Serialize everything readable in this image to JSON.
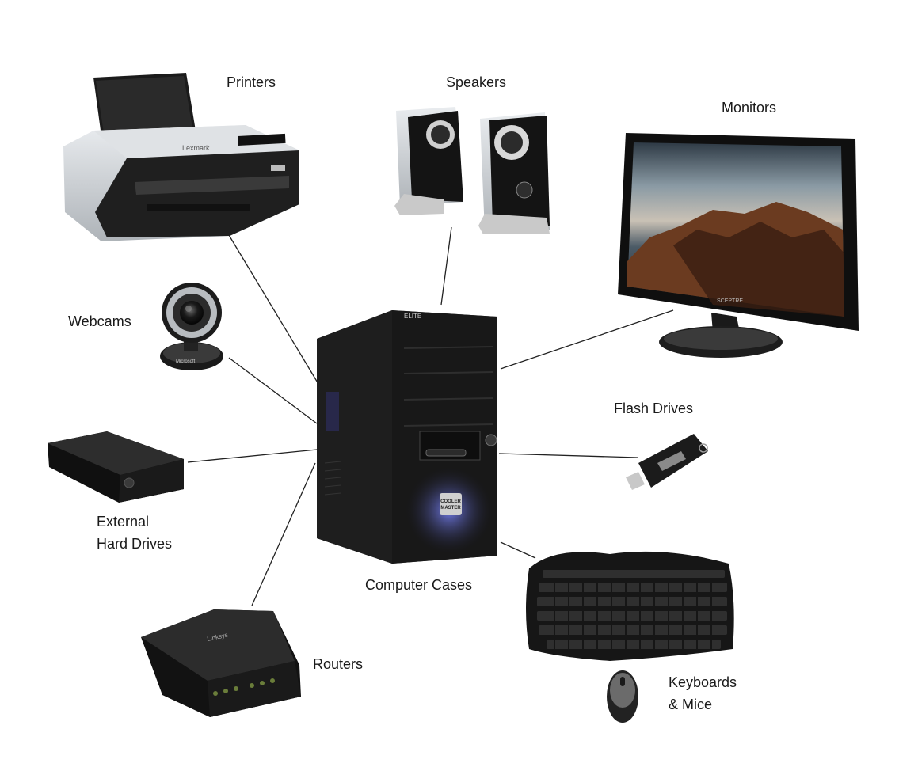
{
  "labels": {
    "printers": "Printers",
    "speakers": "Speakers",
    "monitors": "Monitors",
    "webcams": "Webcams",
    "flash_drives": "Flash Drives",
    "external_line1": "External",
    "external_line2": "Hard Drives",
    "computer_cases": "Computer Cases",
    "routers": "Routers",
    "keyboards_line1": "Keyboards",
    "keyboards_line2": "& Mice"
  },
  "devices": {
    "printer_brand": "Lexmark",
    "monitor_brand": "SCEPTRE",
    "case_brand": "ELITE",
    "case_badge_line1": "COOLER",
    "case_badge_line2": "MASTER",
    "router_brand": "Linksys",
    "webcam_brand": "Microsoft"
  },
  "colors": {
    "line": "#222222",
    "device_dark": "#1c1c1c",
    "device_mid": "#3a3a3a",
    "accent_blue": "#5a6cff"
  }
}
